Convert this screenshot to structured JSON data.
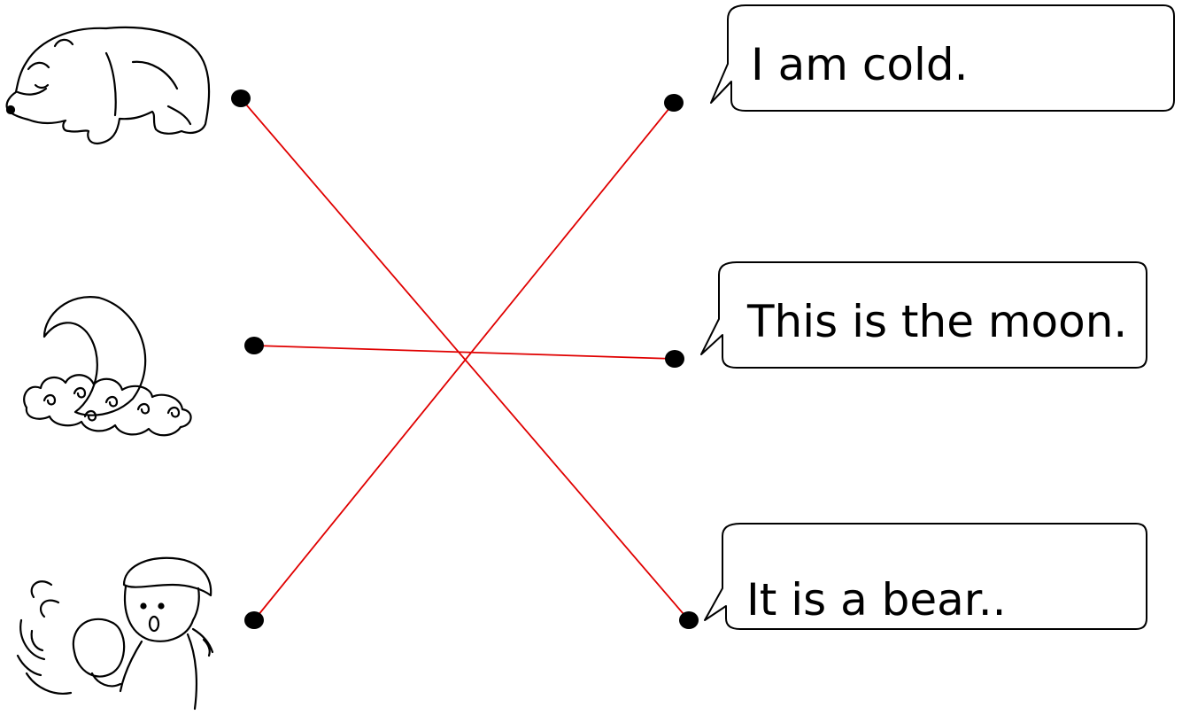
{
  "pictures": [
    {
      "name": "bear",
      "icon": "bear-icon"
    },
    {
      "name": "moon",
      "icon": "moon-icon"
    },
    {
      "name": "cold-child",
      "icon": "cold-child-icon"
    }
  ],
  "sentences": [
    {
      "text": "I am cold."
    },
    {
      "text": "This is the moon."
    },
    {
      "text": "It is a bear.."
    }
  ],
  "matches": [
    {
      "picture": "bear",
      "sentence": "It is a bear.."
    },
    {
      "picture": "moon",
      "sentence": "This is the moon."
    },
    {
      "picture": "cold-child",
      "sentence": "I am cold."
    }
  ],
  "colors": {
    "line": "#e00000",
    "dot": "#000000",
    "outline": "#000000"
  }
}
